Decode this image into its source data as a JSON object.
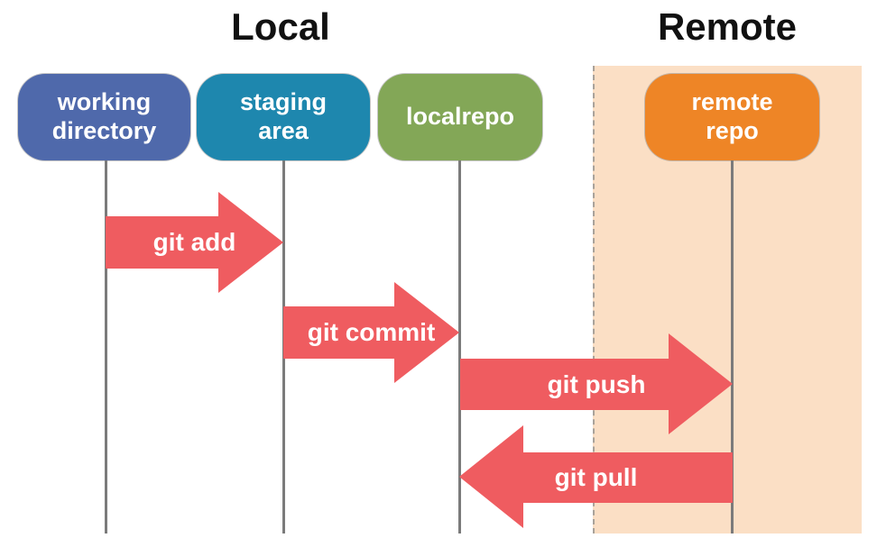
{
  "diagram": {
    "titles": {
      "local": "Local",
      "remote": "Remote"
    },
    "nodes": [
      {
        "id": "working-directory",
        "label": "working directory",
        "color": "#4f69ab"
      },
      {
        "id": "staging-area",
        "label": "staging area",
        "color": "#1e87ae"
      },
      {
        "id": "localrepo",
        "label": "localrepo",
        "color": "#83a757"
      },
      {
        "id": "remote-repo",
        "label": "remote repo",
        "color": "#ee8526"
      }
    ],
    "arrows": [
      {
        "id": "git-add",
        "label": "git add",
        "from": "working-directory",
        "to": "staging-area",
        "direction": "right"
      },
      {
        "id": "git-commit",
        "label": "git commit",
        "from": "staging-area",
        "to": "localrepo",
        "direction": "right"
      },
      {
        "id": "git-push",
        "label": "git push",
        "from": "localrepo",
        "to": "remote-repo",
        "direction": "right"
      },
      {
        "id": "git-pull",
        "label": "git pull",
        "from": "remote-repo",
        "to": "localrepo",
        "direction": "left"
      }
    ],
    "colors": {
      "arrow": "#ef5c60",
      "remote_background": "#fbdfc5",
      "lifeline": "#7b7b7b",
      "title_text": "#111111",
      "label_text": "#ffffff"
    }
  }
}
